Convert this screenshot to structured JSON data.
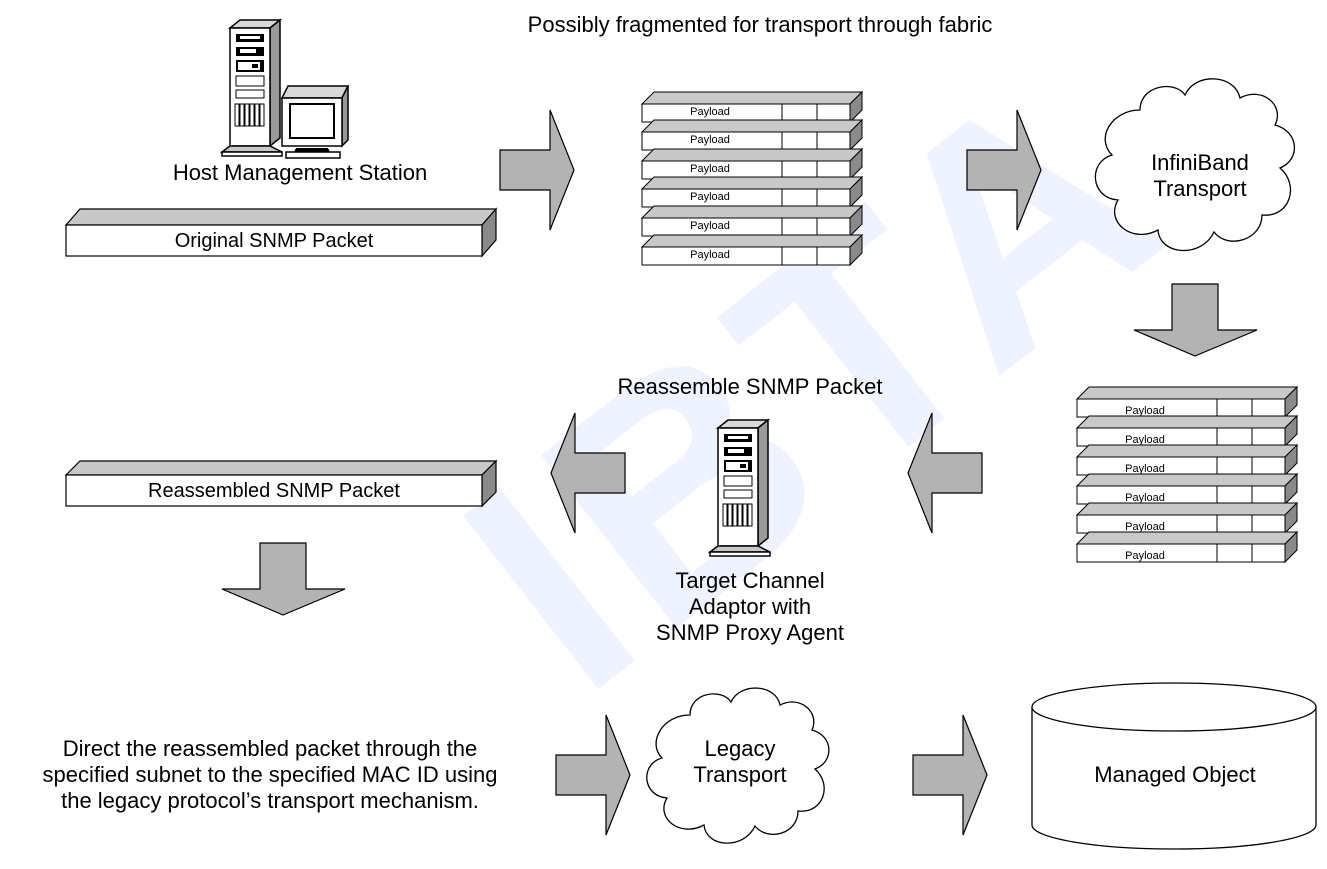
{
  "watermark": "IBTA",
  "fragment_caption": "Possibly fragmented for transport through fabric",
  "host_label": "Host Management Station",
  "original_packet_label": "Original SNMP Packet",
  "payload_label": "Payload",
  "infiniband_cloud_label": [
    "InfiniBand",
    "Transport"
  ],
  "reassemble_caption": "Reassemble SNMP Packet",
  "reassembled_packet_label": "Reassembled SNMP Packet",
  "target_label": [
    "Target Channel",
    "Adaptor with",
    "SNMP Proxy Agent"
  ],
  "direct_text": [
    "Direct the reassembled packet through the",
    "specified subnet to the specified MAC ID using",
    "the legacy protocol’s transport mechanism."
  ],
  "legacy_cloud_label": [
    "Legacy",
    "Transport"
  ],
  "managed_object_label": "Managed Object",
  "colors": {
    "arrow_fill": "#b3b3b3",
    "packet_top": "#c8c8c8",
    "stroke": "#000000"
  }
}
